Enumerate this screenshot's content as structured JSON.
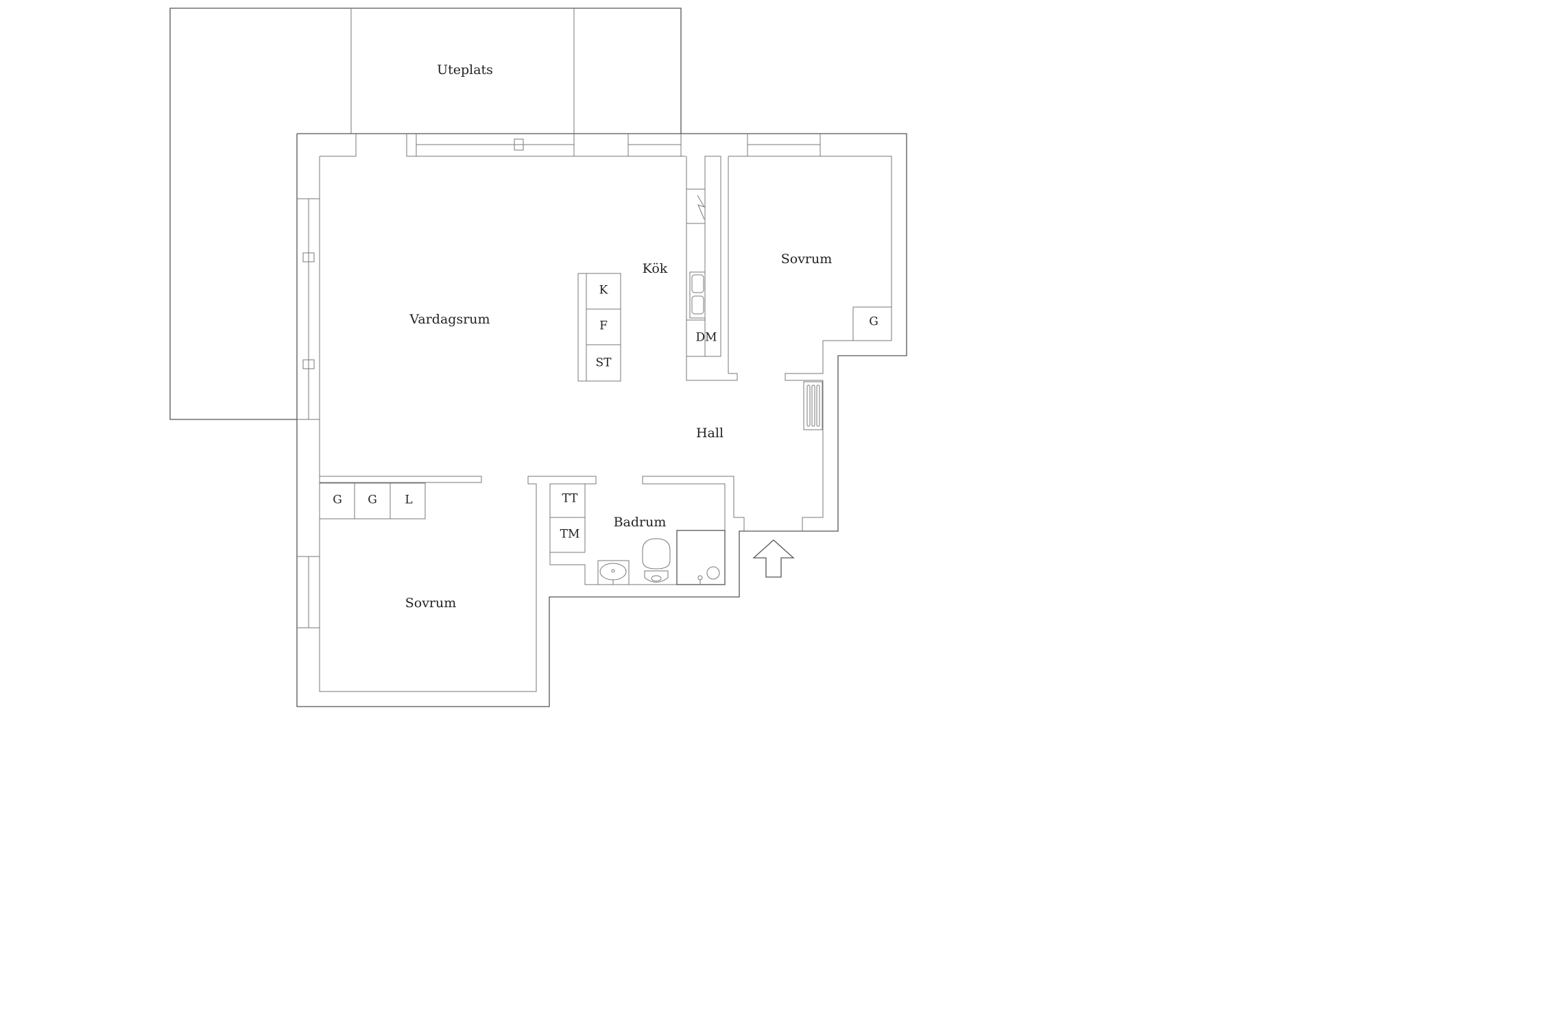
{
  "rooms": {
    "uteplats": "Uteplats",
    "vardagsrum": "Vardagsrum",
    "kok": "Kök",
    "sovrum_right": "Sovrum",
    "hall": "Hall",
    "badrum": "Badrum",
    "sovrum_bottom": "Sovrum"
  },
  "fixtures": {
    "k": "K",
    "f": "F",
    "st": "ST",
    "dm": "DM",
    "g_right": "G",
    "g1": "G",
    "g2": "G",
    "l": "L",
    "tt": "TT",
    "tm": "TM"
  },
  "icons": [
    "sink-icon",
    "toilet-icon",
    "shower-icon",
    "radiator-icon",
    "entrance-arrow-icon"
  ]
}
